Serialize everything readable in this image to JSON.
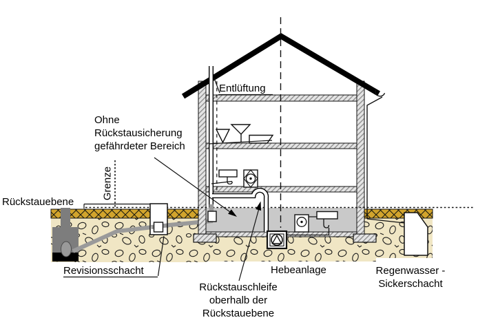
{
  "diagram": {
    "title_hint": "Backflow protection scheme of a building (German plumbing diagram)",
    "labels": {
      "backflow_level": "Rückstauebene",
      "boundary": "Grenze",
      "vent_pipe": "Entlüftung",
      "risk_area": "Ohne\nRückstausicherung\ngefährdeter Bereich",
      "inspection_shaft": "Revisionsschacht",
      "lifting_station": "Hebeanlage",
      "backflow_loop": "Rückstauschleife\noberhalb der\nRückstauebene",
      "soakaway": "Regenwasser -\nSickerschacht"
    },
    "colors": {
      "ground_surface": "#d2a42c",
      "soil": "#f0e6c4",
      "risk_zone": "#c9c9c9",
      "sewer_pipe": "#9a9a9a",
      "sewer_channel": "#7d7d7d",
      "sewer_water": "#000000",
      "roof": "#000000",
      "line": "#111111"
    }
  }
}
